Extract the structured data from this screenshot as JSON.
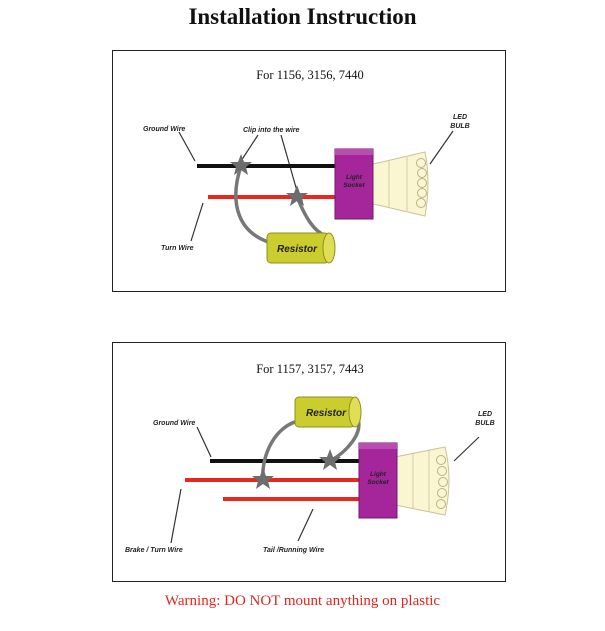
{
  "title": "Installation Instruction",
  "diagram1": {
    "heading": "For 1156, 3156, 7440",
    "ground_wire": "Ground Wire",
    "clip": "Clip into the wire",
    "led_line1": "LED",
    "led_line2": "BULB",
    "socket_line1": "Light",
    "socket_line2": "Socket",
    "resistor": "Resistor",
    "turn_wire": "Turn Wire"
  },
  "diagram2": {
    "heading": "For 1157, 3157, 7443",
    "resistor": "Resistor",
    "ground_wire": "Ground Wire",
    "led_line1": "LED",
    "led_line2": "BULB",
    "socket_line1": "Light",
    "socket_line2": "Socket",
    "brake_turn_wire": "Brake / Turn Wire",
    "tail_running_wire": "Tail /Running Wire"
  },
  "warning": "Warning: DO NOT mount anything on plastic",
  "colors": {
    "ground_wire": "#111111",
    "hot_wire": "#e8281f",
    "socket": "#a4269a",
    "resistor": "#cbcc2e",
    "bulb": "#fbf6d2",
    "star": "#6d6d6d",
    "warning": "#e0261e"
  }
}
